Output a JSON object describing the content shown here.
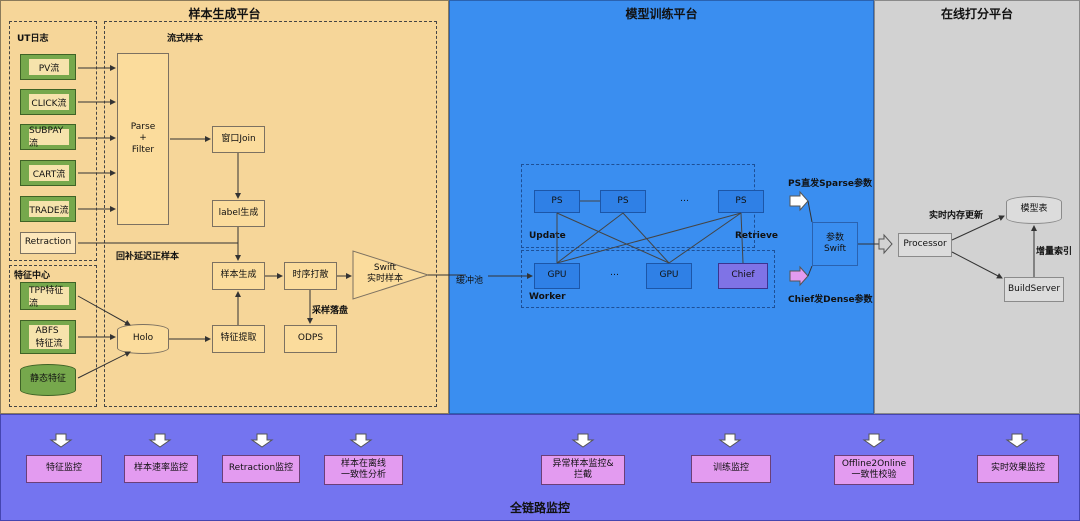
{
  "platforms": {
    "sample": "样本生成平台",
    "training": "模型训练平台",
    "scoring": "在线打分平台",
    "monitor": "全链路监控"
  },
  "colors": {
    "sample_bg": "#f6d699",
    "training_bg": "#3a8ef0",
    "scoring_bg": "#d2d2d2",
    "monitor_bg": "#7474f0",
    "tape_green": "#76a84c",
    "monitor_box": "#e39bf0",
    "chief": "#7f73e6"
  },
  "ut_log": {
    "title": "UT日志",
    "streams": [
      "PV流",
      "CLICK流",
      "SUBPAY流",
      "CART流",
      "TRADE流"
    ],
    "retraction": "Retraction"
  },
  "feature_center": {
    "title": "特征中心",
    "tpp": "TPP特征流",
    "abfs": "ABFS\n特征流",
    "static": "静态特征"
  },
  "stream_sample": {
    "title": "流式样本",
    "parse": "Parse\n+\nFilter",
    "window_join": "窗口Join",
    "label_gen": "label生成",
    "backfill": "回补延迟正样本",
    "sample_gen": "样本生成",
    "shuffle": "时序打散",
    "swift": "Swift\n实时样本",
    "drop": "采样落盘",
    "odps": "ODPS",
    "holo": "Holo",
    "feature_extract": "特征提取"
  },
  "training": {
    "buffer": "缓冲池",
    "ps": [
      "PS",
      "PS",
      "PS"
    ],
    "ellipsis": "…",
    "gpu": [
      "GPU",
      "GPU"
    ],
    "chief": "Chief",
    "update": "Update",
    "retrieve": "Retrieve",
    "worker": "Worker",
    "ps_sparse": "PS直发Sparse参数",
    "chief_dense": "Chief发Dense参数",
    "param_swift": "参数\nSwift"
  },
  "scoring": {
    "processor": "Processor",
    "mem_update": "实时内存更新",
    "model_table": "模型表",
    "incr_index": "增量索引",
    "build_server": "BuildServer"
  },
  "monitors": [
    "特征监控",
    "样本速率监控",
    "Retraction监控",
    "样本在离线\n一致性分析",
    "异常样本监控&\n拦截",
    "训练监控",
    "Offline2Online\n一致性校验",
    "实时效果监控"
  ]
}
